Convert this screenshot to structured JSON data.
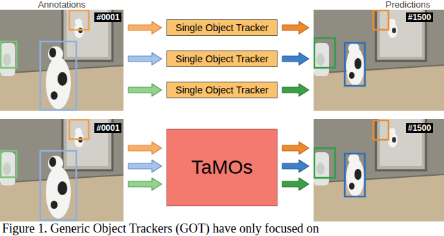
{
  "diagram": {
    "caption": "Figure 1. Generic Object Trackers (GOT) have only focused on",
    "nodes": [
      {
        "text": [
          "Annotations",
          "#0001"
        ]
      },
      {
        "text": [
          "Single Object Tracker"
        ]
      },
      {
        "text": [
          "Single Object Tracker"
        ]
      },
      {
        "text": [
          "Single Object Tracker"
        ]
      },
      {
        "text": [
          "Predictions",
          "#1500"
        ]
      },
      {
        "text": [
          "#0001"
        ]
      },
      {
        "text": [
          "TaMOs"
        ]
      },
      {
        "text": [
          "#1500"
        ]
      }
    ],
    "edges": [
      {
        "from": 0,
        "to": 1,
        "arrow": "to"
      },
      {
        "from": 0,
        "to": 2,
        "arrow": "to"
      },
      {
        "from": 0,
        "to": 3,
        "arrow": "to"
      },
      {
        "from": 1,
        "to": 4,
        "arrow": "to"
      },
      {
        "from": 2,
        "to": 4,
        "arrow": "to"
      },
      {
        "from": 3,
        "to": 4,
        "arrow": "to"
      },
      {
        "from": 5,
        "to": 6,
        "arrow": "to"
      },
      {
        "from": 5,
        "to": 6,
        "arrow": "to"
      },
      {
        "from": 5,
        "to": 6,
        "arrow": "to"
      },
      {
        "from": 6,
        "to": 7,
        "arrow": "to"
      },
      {
        "from": 6,
        "to": 7,
        "arrow": "to"
      },
      {
        "from": 6,
        "to": 7,
        "arrow": "to"
      }
    ]
  }
}
